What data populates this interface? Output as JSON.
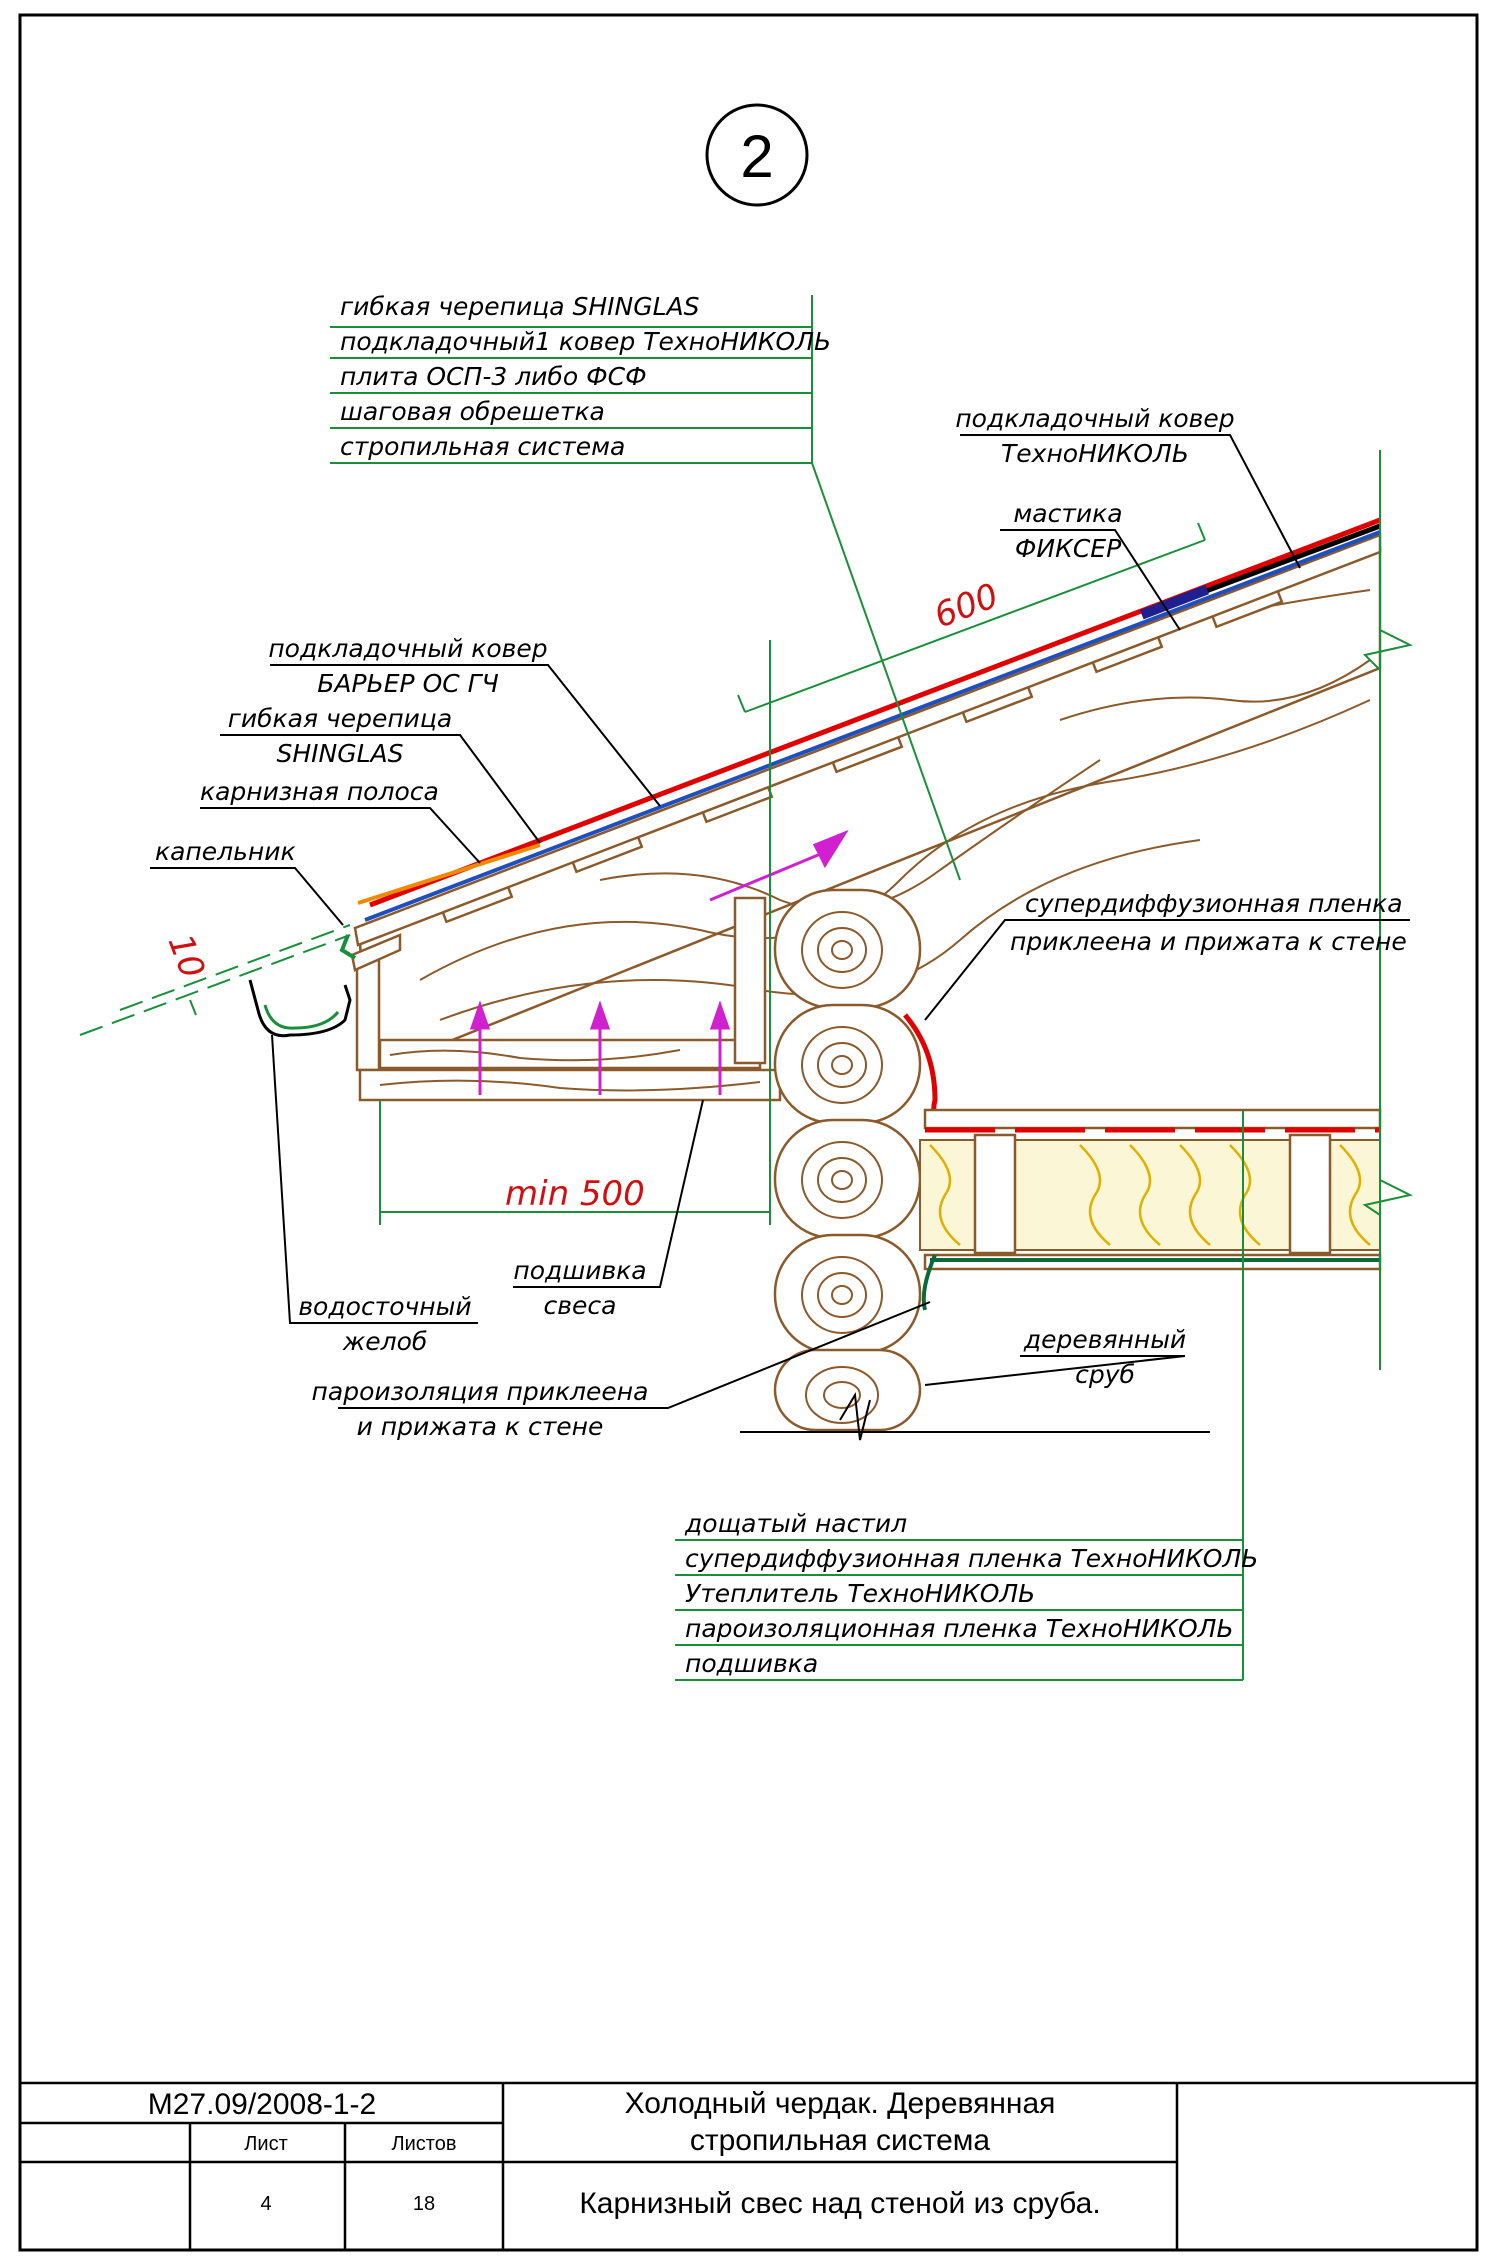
{
  "drawing": {
    "detail_number": "2",
    "labels": {
      "stack_top": [
        "гибкая черепица SHINGLAS",
        "подкладочный1 ковер ТехноНИКОЛЬ",
        "плита ОСП-3 либо ФСФ",
        "шаговая обрешетка",
        "стропильная система"
      ],
      "underlay_top": [
        "подкладочный ковер",
        "ТехноНИКОЛЬ"
      ],
      "mastic": [
        "мастика",
        "ФИКСЕР"
      ],
      "barrier": [
        "подкладочный ковер",
        "БАРЬЕР ОС ГЧ"
      ],
      "shingles": [
        "гибкая черепица",
        "SHINGLAS"
      ],
      "eaves_strip": "карнизная полоса",
      "drip": "капельник",
      "superdiff_wall": [
        "супердиффузионная пленка",
        "приклеена и прижата к стене"
      ],
      "gutter": [
        "водосточный",
        "желоб"
      ],
      "soffit": [
        "подшивка",
        "свеса"
      ],
      "vapor_wall": [
        "пароизоляция приклеена",
        "и прижата к стене"
      ],
      "log_frame": [
        "деревянный",
        "сруб"
      ],
      "stack_bottom": [
        "дощатый настил",
        "супердиффузионная пленка ТехноНИКОЛЬ",
        "Утеплитель ТехноНИКОЛЬ",
        "пароизоляционная пленка ТехноНИКОЛЬ",
        "подшивка"
      ]
    },
    "dimensions": {
      "slope": "600",
      "overhang": "min 500",
      "drip_gap": "10"
    },
    "colors": {
      "roof_red": "#e00000",
      "underlay_blue": "#1f4fbf",
      "eaves_orange": "#f08a00",
      "wood": "#8a5a2b",
      "leader_green": "#1a8f3a",
      "airflow_magenta": "#d020d0",
      "insulation_fill": "#fbf7d6",
      "insulation_curve": "#e0b000",
      "membrane_green": "#0a6a3a"
    }
  },
  "title_block": {
    "code": "М27.09/2008-1-2",
    "sheet_label": "Лист",
    "sheets_label": "Листов",
    "sheet_no": "4",
    "sheets_total": "18",
    "title_line1": "Холодный чердак. Деревянная",
    "title_line2": "стропильная система",
    "subtitle": "Карнизный свес над стеной из сруба."
  }
}
